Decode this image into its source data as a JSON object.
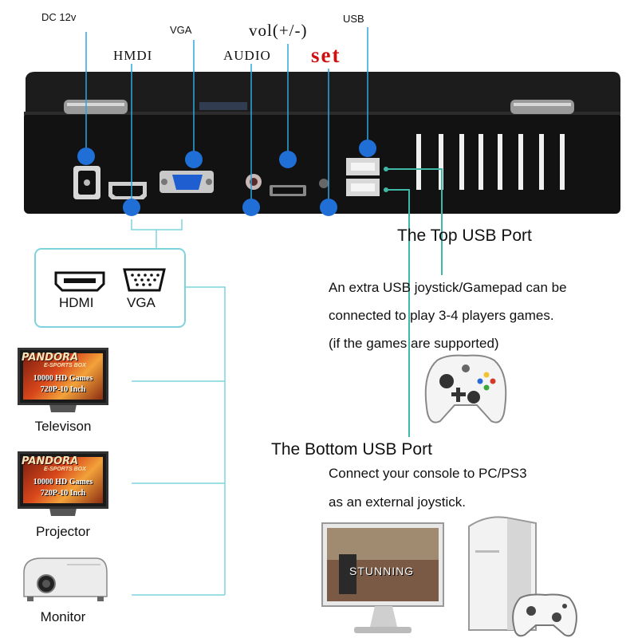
{
  "ports": {
    "dc": "DC 12v",
    "hdmi": "HMDI",
    "vga": "VGA",
    "audio": "AUDIO",
    "vol": "vol(+/-)",
    "set": "set",
    "usb": "USB"
  },
  "connector_box": {
    "hdmi": "HDMI",
    "vga": "VGA"
  },
  "top_usb": {
    "heading": "The Top USB Port",
    "line1": "An extra USB joystick/Gamepad can be",
    "line2": "connected to play 3-4 players games.",
    "line3": "(if the games are supported)"
  },
  "bottom_usb": {
    "heading": "The Bottom USB Port",
    "line1": "Connect your console to PC/PS3",
    "line2": "as an external joystick."
  },
  "displays": [
    {
      "caption": "Televison",
      "brand": "PANDORA",
      "sub": "E-SPORTS BOX",
      "games": "10000 HD Games",
      "res": "720P-10 Inch"
    },
    {
      "caption": "Projector",
      "brand": "PANDORA",
      "sub": "E-SPORTS BOX",
      "games": "10000 HD Games",
      "res": "720P-10 Inch"
    },
    {
      "caption": "Monitor"
    }
  ],
  "pc_screen_text": "STUNNING",
  "colors": {
    "accent_line": "#3fc6d2",
    "marker": "#1f6fd6",
    "set_label": "#d01010"
  }
}
